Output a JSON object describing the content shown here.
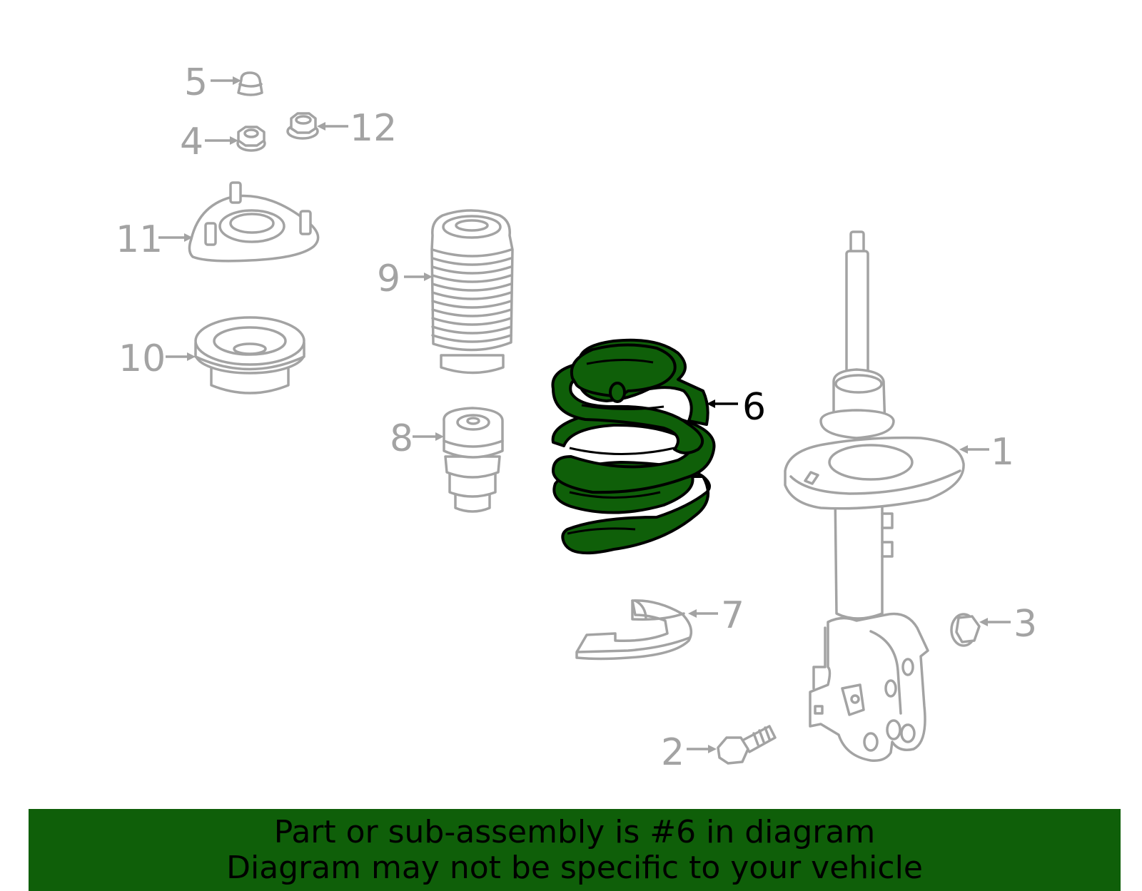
{
  "diagram": {
    "highlight_color": "#0f5f09",
    "part_color": "#a3a3a3",
    "highlighted_part": "6",
    "callouts": [
      {
        "id": "c1",
        "number": "1"
      },
      {
        "id": "c2",
        "number": "2"
      },
      {
        "id": "c3",
        "number": "3"
      },
      {
        "id": "c4",
        "number": "4"
      },
      {
        "id": "c5",
        "number": "5"
      },
      {
        "id": "c6",
        "number": "6"
      },
      {
        "id": "c7",
        "number": "7"
      },
      {
        "id": "c8",
        "number": "8"
      },
      {
        "id": "c9",
        "number": "9"
      },
      {
        "id": "c10",
        "number": "10"
      },
      {
        "id": "c11",
        "number": "11"
      },
      {
        "id": "c12",
        "number": "12"
      }
    ]
  },
  "banner": {
    "line1": "Part or sub-assembly is #6 in diagram",
    "line2": "Diagram may not be specific to your vehicle"
  }
}
